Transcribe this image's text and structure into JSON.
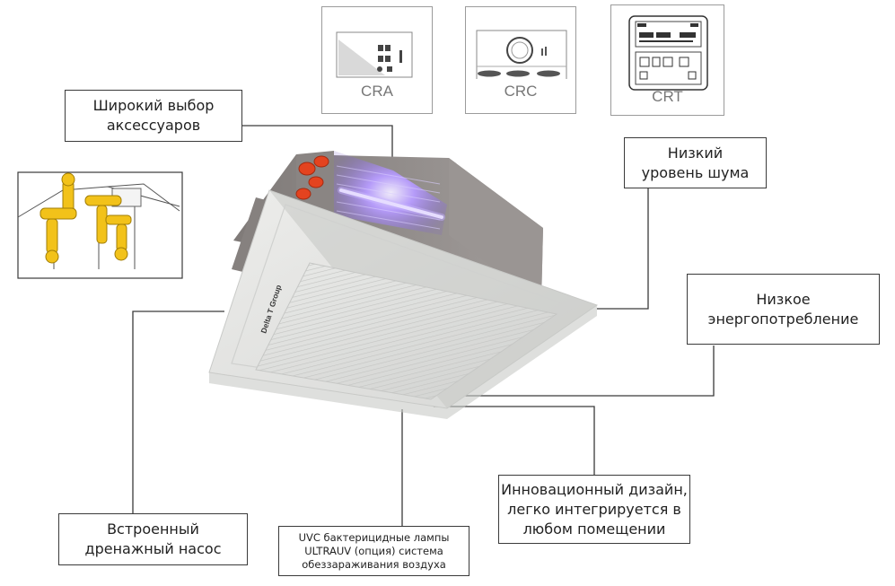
{
  "callouts": {
    "accessories": [
      "Широкий выбор",
      "аксессуаров"
    ],
    "noise": [
      "Низкий",
      "уровень шума"
    ],
    "energy": [
      "Низкое",
      "энергопотребление"
    ],
    "design": [
      "Инновационный дизайн,",
      "легко интегрируется в",
      "любом помещении"
    ],
    "uvc": [
      "UVC бактерицидные лампы",
      "ULTRAUV  (опция) система",
      "обеззараживания воздуха"
    ],
    "pump": [
      "Встроенный",
      "дренажный насос"
    ]
  },
  "controllers": {
    "cra": "CRA",
    "crc": "CRC",
    "crt": "CRT"
  },
  "brand": "Delta T Group",
  "colors": {
    "uv_glow": "#8a5cf0",
    "fittings": "#e4431f",
    "valves": "#f2c21a",
    "panel": "#e2e3e1",
    "housing": "#8f8a88"
  }
}
